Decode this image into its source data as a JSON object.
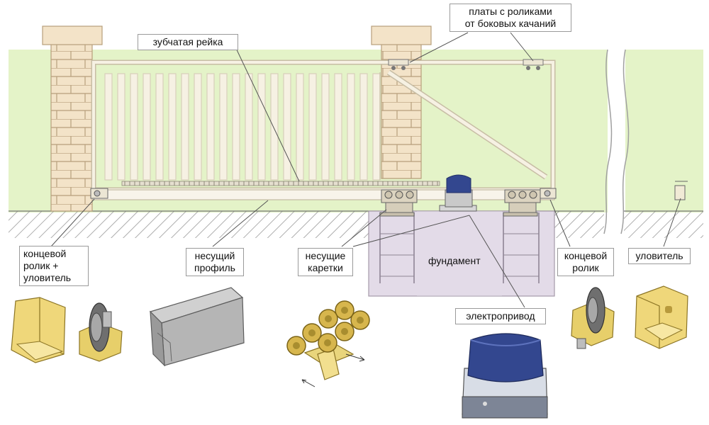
{
  "labels": {
    "rack": "зубчатая рейка",
    "plates": "платы с роликами\nот боковых качаний",
    "end_roller_catcher": "концевой\nролик +\nуловитель",
    "profile": "несущий\nпрофиль",
    "carriages": "несущие\nкаретки",
    "foundation": "фундамент",
    "end_roller": "концевой\nролик",
    "catcher": "уловитель",
    "drive": "электропривод"
  },
  "colors": {
    "grass": "#e4f3c8",
    "frame": "#f6f1e3",
    "brick": "#f3e3c8",
    "foundation": "#e3dbe8",
    "metal_yellow": "#e8cf68",
    "motor_blue": "#33478f"
  }
}
